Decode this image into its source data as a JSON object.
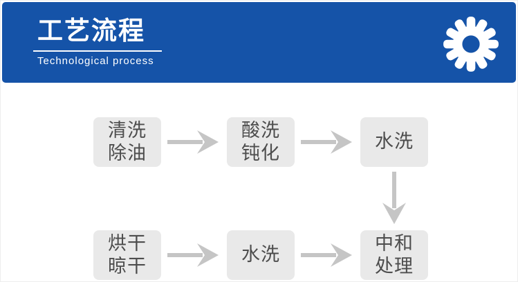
{
  "colors": {
    "header_bg": "#1553a8",
    "header_text": "#ffffff",
    "box_bg": "#e9e9e9",
    "box_text": "#4d4d4d",
    "arrow": "#c5c5c5"
  },
  "header": {
    "title": "工艺流程",
    "subtitle": "Technological process"
  },
  "flow": {
    "boxes": [
      {
        "id": "clean-degrease",
        "label": "清洗\n除油"
      },
      {
        "id": "pickling-passivation",
        "label": "酸洗\n钝化"
      },
      {
        "id": "water-rinse-1",
        "label": "水洗"
      },
      {
        "id": "dry-airdry",
        "label": "烘干\n晾干"
      },
      {
        "id": "water-rinse-2",
        "label": "水洗"
      },
      {
        "id": "neutralize-treat",
        "label": "中和\n处理"
      }
    ],
    "connections": [
      {
        "from": "清洗除油",
        "to": "酸洗钝化",
        "direction": "right"
      },
      {
        "from": "酸洗钝化",
        "to": "水洗",
        "direction": "right"
      },
      {
        "from": "水洗",
        "to": "中和处理",
        "direction": "down"
      },
      {
        "from": "烘干晾干",
        "to": "水洗",
        "direction": "right"
      },
      {
        "from": "水洗",
        "to": "中和处理",
        "direction": "right"
      }
    ]
  }
}
